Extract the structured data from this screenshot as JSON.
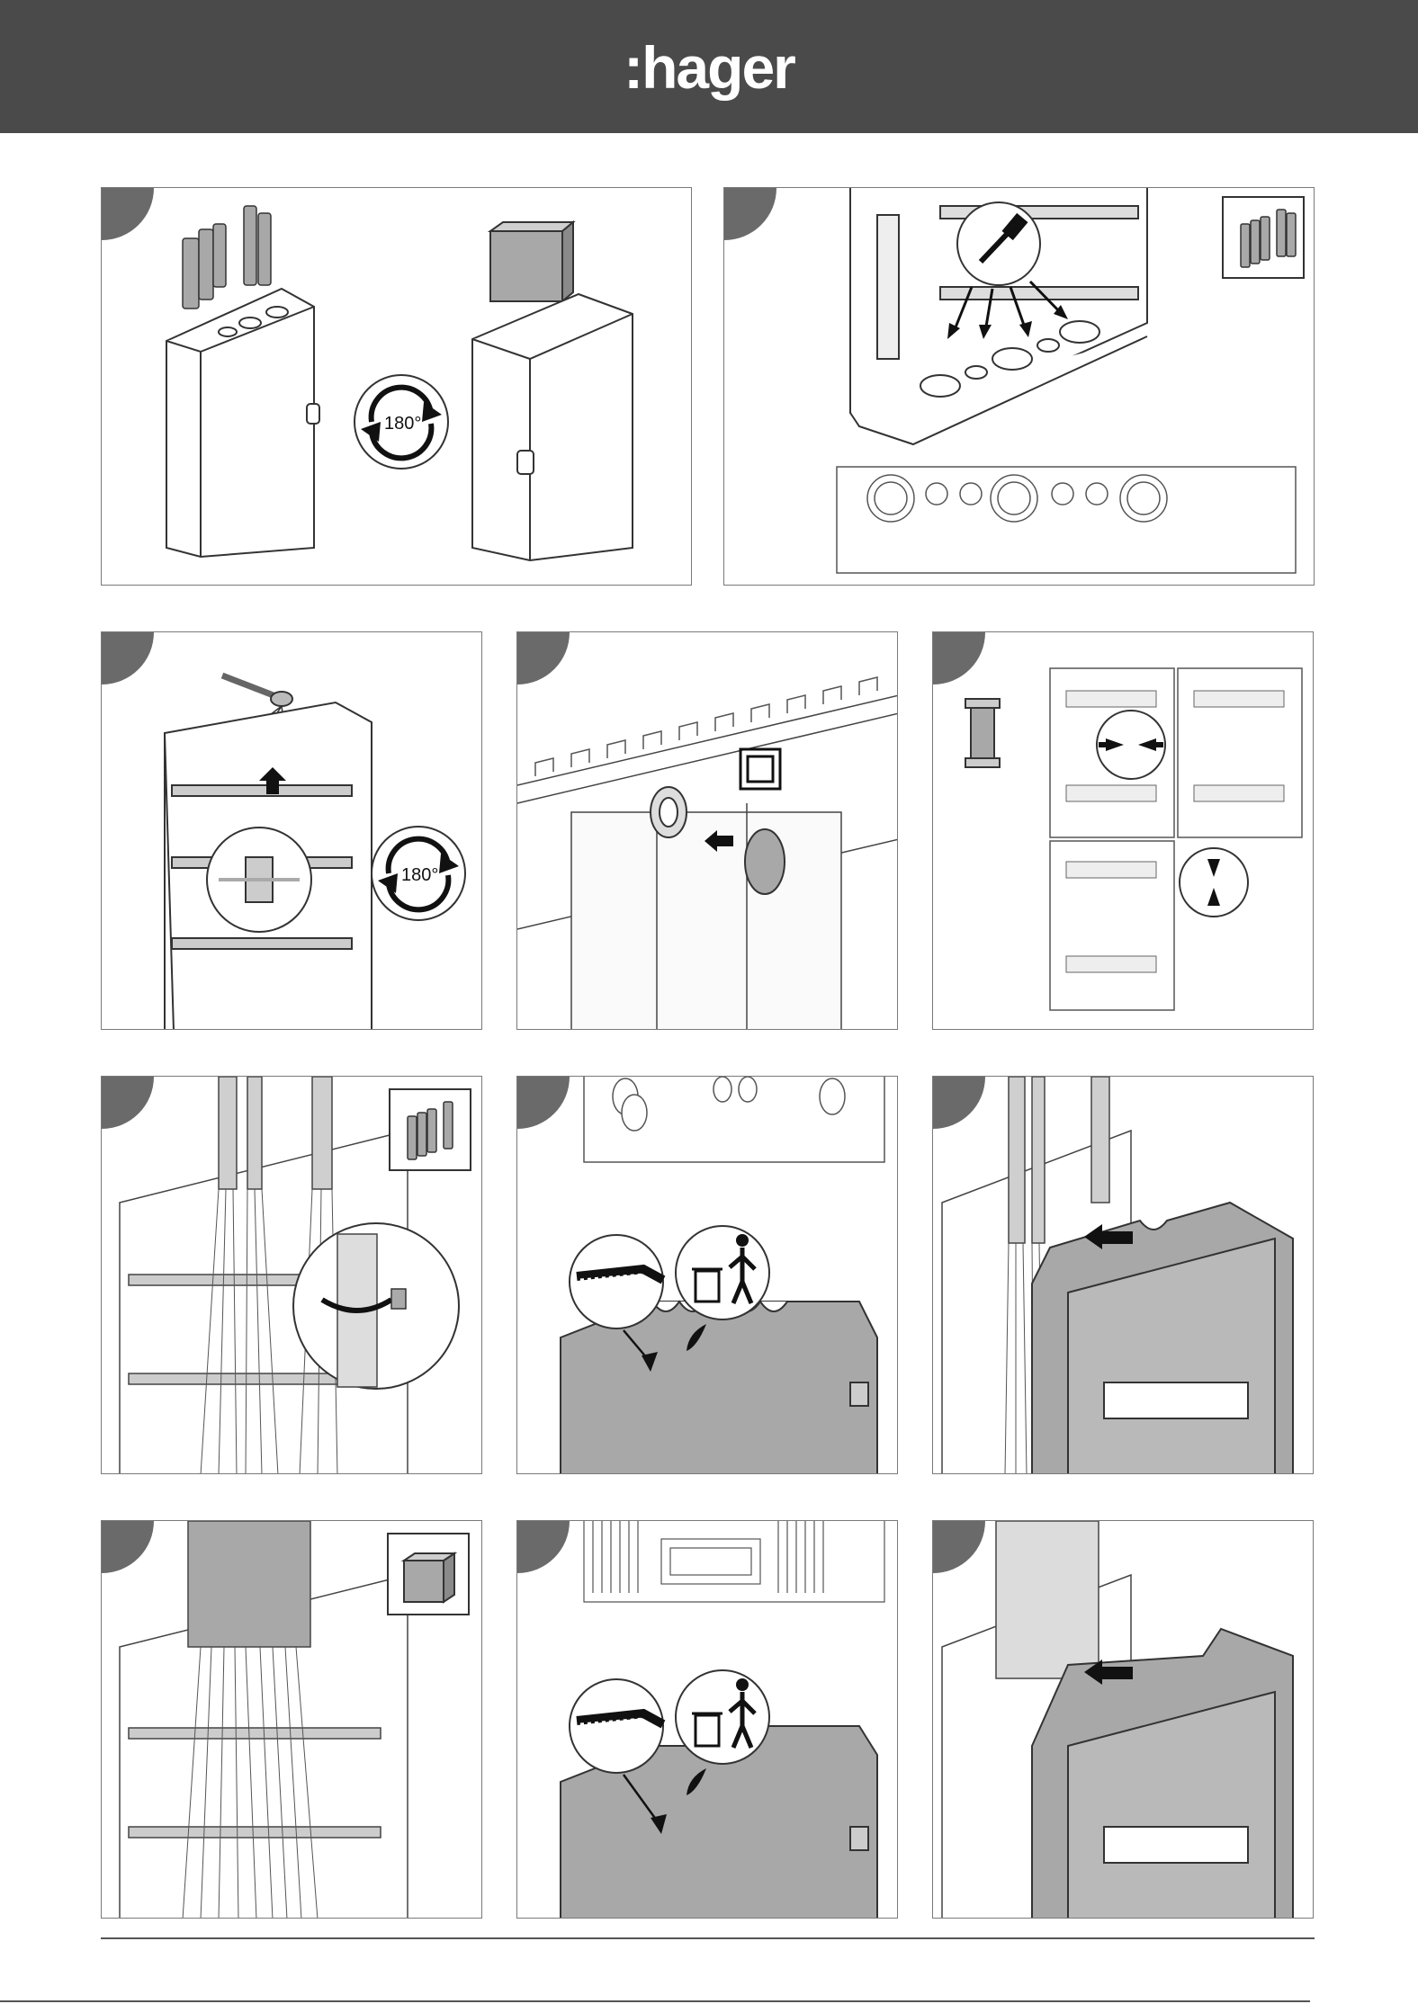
{
  "brand": {
    "logo_text": ":hager"
  },
  "colors": {
    "header_bg": "#4a4a4a",
    "badge": "#6a6a6a",
    "part_grey": "#a8a8a8",
    "outline": "#333333"
  },
  "steps": [
    {
      "id": 1,
      "annotation": "180°",
      "icons": [
        "cable-gland-set-icon",
        "cable-duct-icon",
        "rotate-180-icon"
      ]
    },
    {
      "id": 2,
      "icons": [
        "screwdriver-knockout-icon",
        "cable-gland-set-icon"
      ]
    },
    {
      "id": 3,
      "annotation": "180°",
      "icons": [
        "screw-icon",
        "rotate-180-icon"
      ]
    },
    {
      "id": 4,
      "icons": [
        "class-ii-double-square-icon",
        "blanking-plug-icon"
      ]
    },
    {
      "id": 5,
      "icons": [
        "connector-clip-icon",
        "press-together-icon"
      ]
    },
    {
      "id": 6,
      "icons": [
        "cable-gland-set-icon",
        "cable-tie-icon"
      ]
    },
    {
      "id": 7,
      "icons": [
        "cut-pliers-icon",
        "waste-bin-icon"
      ]
    },
    {
      "id": 8,
      "icons": [
        "push-arrow-icon"
      ]
    },
    {
      "id": 9,
      "icons": [
        "cable-duct-icon"
      ]
    },
    {
      "id": 10,
      "icons": [
        "cut-pliers-icon",
        "waste-bin-icon"
      ]
    },
    {
      "id": 11,
      "icons": [
        "push-arrow-icon"
      ]
    }
  ]
}
